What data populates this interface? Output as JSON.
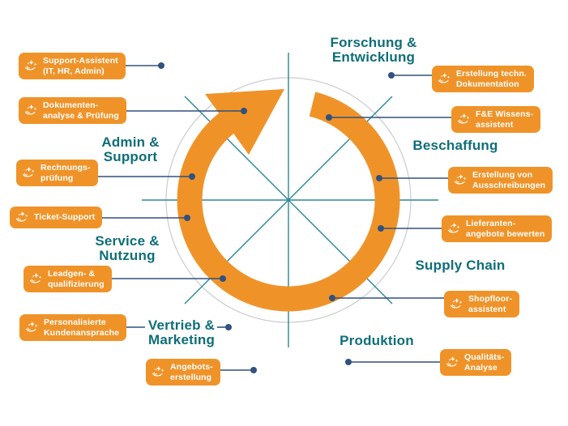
{
  "colors": {
    "orange": "#EF9329",
    "heading_teal": "#0E6E79",
    "connector_navy": "#31517F",
    "spoke_teal": "#2E8593",
    "circle_gray": "#C9CCCD",
    "chip_text": "#FFFFFF",
    "background": "#FFFFFF"
  },
  "icons": {
    "chip": "hand-sparkles-icon",
    "center": "circular-arrow-clockwise"
  },
  "headings": [
    {
      "id": "forschung-entwicklung",
      "lines": [
        "Forschung &",
        "Entwicklung"
      ]
    },
    {
      "id": "beschaffung",
      "lines": [
        "Beschaffung"
      ]
    },
    {
      "id": "supply-chain",
      "lines": [
        "Supply Chain"
      ]
    },
    {
      "id": "produktion",
      "lines": [
        "Produktion"
      ]
    },
    {
      "id": "vertrieb-marketing",
      "lines": [
        "Vertrieb &",
        "Marketing"
      ]
    },
    {
      "id": "service-nutzung",
      "lines": [
        "Service &",
        "Nutzung"
      ]
    },
    {
      "id": "admin-support",
      "lines": [
        "Admin &",
        "Support"
      ]
    }
  ],
  "chips": [
    {
      "id": "support-assistent",
      "lines": [
        "Support-Assistent",
        "(IT, HR, Admin)"
      ]
    },
    {
      "id": "dokumentenanalyse-pruefung",
      "lines": [
        "Dokumenten-",
        "analyse & Prüfung"
      ]
    },
    {
      "id": "rechnungspruefung",
      "lines": [
        "Rechnungs-",
        "prüfung"
      ]
    },
    {
      "id": "ticket-support",
      "lines": [
        "Ticket-Support"
      ]
    },
    {
      "id": "leadgen-qualifizierung",
      "lines": [
        "Leadgen- &",
        "qualifizierung"
      ]
    },
    {
      "id": "personalisierte-kundenansprache",
      "lines": [
        "Personalisierte",
        "Kundenansprache"
      ]
    },
    {
      "id": "angebotserstellung",
      "lines": [
        "Angebots-",
        "erstellung"
      ]
    },
    {
      "id": "erstellung-techn-dokumentation",
      "lines": [
        "Erstellung techn.",
        "Dokumentation"
      ]
    },
    {
      "id": "fe-wissensassistent",
      "lines": [
        "F&E Wissens-",
        "assistent"
      ]
    },
    {
      "id": "erstellung-von-ausschreibungen",
      "lines": [
        "Erstellung von",
        "Ausschreibungen"
      ]
    },
    {
      "id": "lieferantenangebote-bewerten",
      "lines": [
        "Lieferanten-",
        "angebote bewerten"
      ]
    },
    {
      "id": "shopfloorassistent",
      "lines": [
        "Shopfloor-",
        "assistent"
      ]
    },
    {
      "id": "qualitaets-analyse",
      "lines": [
        "Qualitäts-",
        "Analyse"
      ]
    }
  ]
}
